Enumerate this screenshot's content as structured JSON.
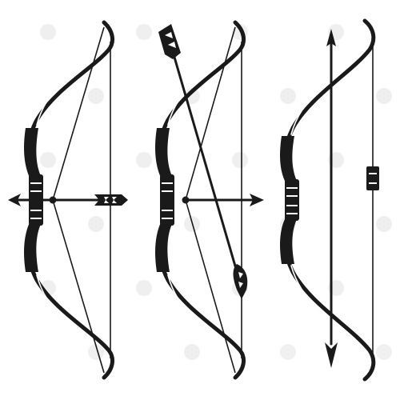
{
  "image": {
    "stock_id": "1578317279"
  },
  "colors": {
    "background": "#ffffff",
    "ink": "#1a1a1a"
  },
  "objects": [
    {
      "name": "recurve-bow-nocked-arrow",
      "icon": "bow-icon"
    },
    {
      "name": "recurve-bow-crossed-arrow",
      "icon": "bow-icon"
    },
    {
      "name": "recurve-bow-vertical-arrow",
      "icon": "bow-icon"
    }
  ]
}
